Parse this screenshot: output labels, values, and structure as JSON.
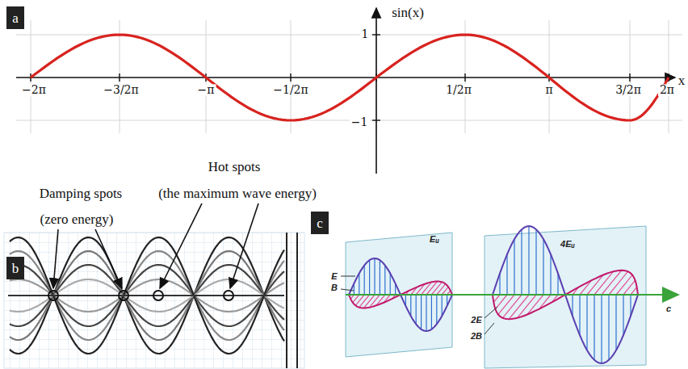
{
  "diagram": {
    "nodes": [
      {
        "text": [
          "a"
        ]
      },
      {
        "text": [
          "b"
        ]
      },
      {
        "text": [
          "c"
        ]
      }
    ],
    "labels": [
      "sin(x)",
      "1",
      "−1",
      "−2π",
      "−3/2π",
      "−π",
      "−1/2π",
      "1/2π",
      "π",
      "3/2π",
      "2π",
      "x",
      "Hot spots",
      "Damping spots",
      "(the maximum wave energy)",
      "(zero energy)",
      "Eᵤ",
      "E",
      "B",
      "2E",
      "2B",
      "4Eᵤ",
      "c"
    ]
  }
}
